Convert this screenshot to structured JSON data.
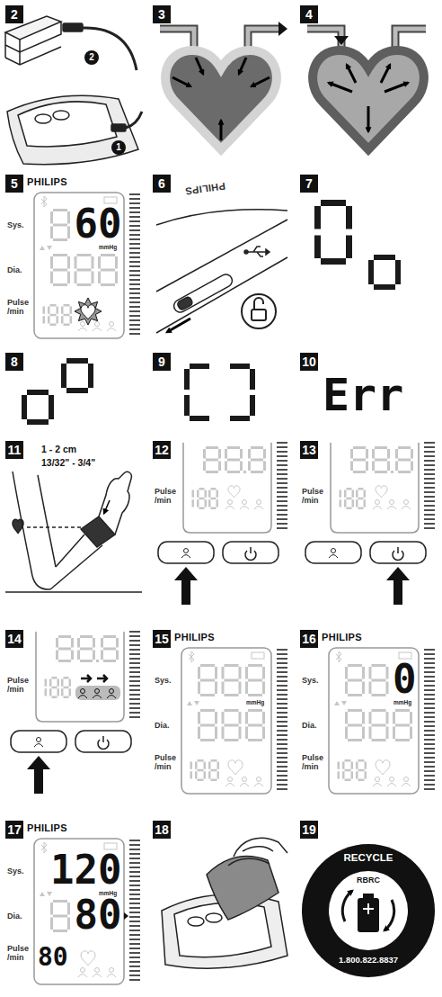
{
  "diagram": {
    "labels": [
      "2",
      "1",
      "2",
      "3",
      "4",
      "5",
      "PHILIPS",
      "Sys.",
      "60",
      "mmHg",
      "Dia.",
      "Pulse /min",
      "6",
      "PHILIPS",
      "7",
      "8",
      "9",
      "10",
      "Err",
      "11",
      "1 - 2 cm",
      "13/32\" - 3/4\"",
      "12",
      "Pulse /min",
      "13",
      "Pulse /min",
      "14",
      "Pulse /min",
      "15",
      "PHILIPS",
      "Sys.",
      "mmHg",
      "Dia.",
      "Pulse /min",
      "16",
      "PHILIPS",
      "Sys.",
      "0",
      "mmHg",
      "Dia.",
      "Pulse /min",
      "17",
      "PHILIPS",
      "Sys.",
      "120",
      "mmHg",
      "Dia.",
      "80",
      "Pulse /min",
      "80",
      "18",
      "19",
      "RECYCLE",
      "RBRC",
      "1.800.822.8837"
    ]
  }
}
